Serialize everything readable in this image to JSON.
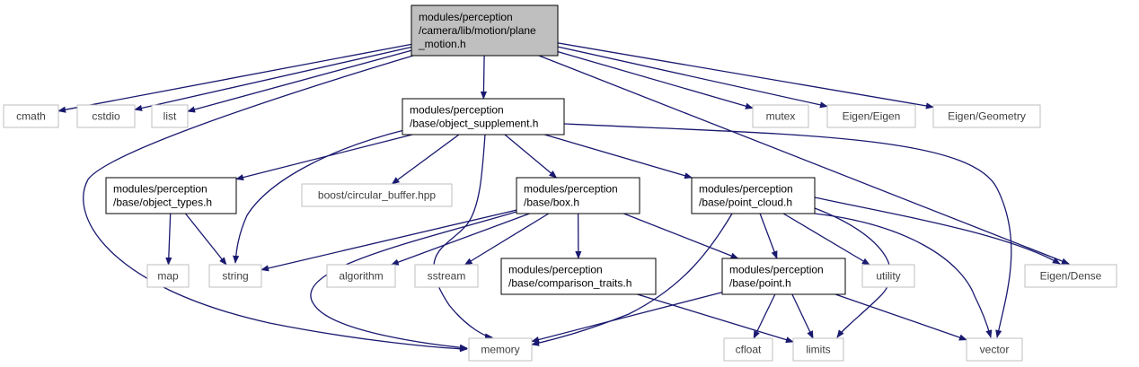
{
  "graph": {
    "nodes": [
      {
        "id": "root",
        "lines": [
          "modules/perception",
          "/camera/lib/motion/plane",
          "_motion.h"
        ],
        "kind": "root"
      },
      {
        "id": "cmath",
        "lines": [
          "cmath"
        ],
        "kind": "external"
      },
      {
        "id": "cstdio",
        "lines": [
          "cstdio"
        ],
        "kind": "external"
      },
      {
        "id": "list",
        "lines": [
          "list"
        ],
        "kind": "external"
      },
      {
        "id": "object_supplement",
        "lines": [
          "modules/perception",
          "/base/object_supplement.h"
        ],
        "kind": "internal"
      },
      {
        "id": "mutex",
        "lines": [
          "mutex"
        ],
        "kind": "external"
      },
      {
        "id": "eigen_eigen",
        "lines": [
          "Eigen/Eigen"
        ],
        "kind": "external"
      },
      {
        "id": "eigen_geometry",
        "lines": [
          "Eigen/Geometry"
        ],
        "kind": "external"
      },
      {
        "id": "object_types",
        "lines": [
          "modules/perception",
          "/base/object_types.h"
        ],
        "kind": "internal"
      },
      {
        "id": "circular_buffer",
        "lines": [
          "boost/circular_buffer.hpp"
        ],
        "kind": "external"
      },
      {
        "id": "box",
        "lines": [
          "modules/perception",
          "/base/box.h"
        ],
        "kind": "internal"
      },
      {
        "id": "point_cloud",
        "lines": [
          "modules/perception",
          "/base/point_cloud.h"
        ],
        "kind": "internal"
      },
      {
        "id": "map",
        "lines": [
          "map"
        ],
        "kind": "external"
      },
      {
        "id": "string",
        "lines": [
          "string"
        ],
        "kind": "external"
      },
      {
        "id": "algorithm",
        "lines": [
          "algorithm"
        ],
        "kind": "external"
      },
      {
        "id": "sstream",
        "lines": [
          "sstream"
        ],
        "kind": "external"
      },
      {
        "id": "comparison_traits",
        "lines": [
          "modules/perception",
          "/base/comparison_traits.h"
        ],
        "kind": "internal"
      },
      {
        "id": "point",
        "lines": [
          "modules/perception",
          "/base/point.h"
        ],
        "kind": "internal"
      },
      {
        "id": "utility",
        "lines": [
          "utility"
        ],
        "kind": "external"
      },
      {
        "id": "eigen_dense",
        "lines": [
          "Eigen/Dense"
        ],
        "kind": "external"
      },
      {
        "id": "memory",
        "lines": [
          "memory"
        ],
        "kind": "external"
      },
      {
        "id": "cfloat",
        "lines": [
          "cfloat"
        ],
        "kind": "external"
      },
      {
        "id": "limits",
        "lines": [
          "limits"
        ],
        "kind": "external"
      },
      {
        "id": "vector",
        "lines": [
          "vector"
        ],
        "kind": "external"
      }
    ],
    "edges": [
      [
        "root",
        "cmath"
      ],
      [
        "root",
        "cstdio"
      ],
      [
        "root",
        "list"
      ],
      [
        "root",
        "object_supplement"
      ],
      [
        "root",
        "mutex"
      ],
      [
        "root",
        "eigen_eigen"
      ],
      [
        "root",
        "eigen_geometry"
      ],
      [
        "root",
        "memory"
      ],
      [
        "root",
        "eigen_dense"
      ],
      [
        "object_supplement",
        "object_types"
      ],
      [
        "object_supplement",
        "circular_buffer"
      ],
      [
        "object_supplement",
        "box"
      ],
      [
        "object_supplement",
        "point_cloud"
      ],
      [
        "object_supplement",
        "string"
      ],
      [
        "object_supplement",
        "memory"
      ],
      [
        "object_supplement",
        "vector"
      ],
      [
        "object_types",
        "map"
      ],
      [
        "object_types",
        "string"
      ],
      [
        "box",
        "string"
      ],
      [
        "box",
        "algorithm"
      ],
      [
        "box",
        "sstream"
      ],
      [
        "box",
        "comparison_traits"
      ],
      [
        "box",
        "point"
      ],
      [
        "box",
        "memory"
      ],
      [
        "point_cloud",
        "point"
      ],
      [
        "point_cloud",
        "utility"
      ],
      [
        "point_cloud",
        "eigen_dense"
      ],
      [
        "point_cloud",
        "vector"
      ],
      [
        "point_cloud",
        "limits"
      ],
      [
        "point_cloud",
        "memory"
      ],
      [
        "comparison_traits",
        "limits"
      ],
      [
        "point",
        "memory"
      ],
      [
        "point",
        "cfloat"
      ],
      [
        "point",
        "limits"
      ],
      [
        "point",
        "vector"
      ]
    ]
  },
  "colors": {
    "edge": "#191970",
    "root_fill": "#bfbfbf",
    "internal_border": "#000000",
    "external_border": "#bfbfbf",
    "external_text": "#404040"
  }
}
